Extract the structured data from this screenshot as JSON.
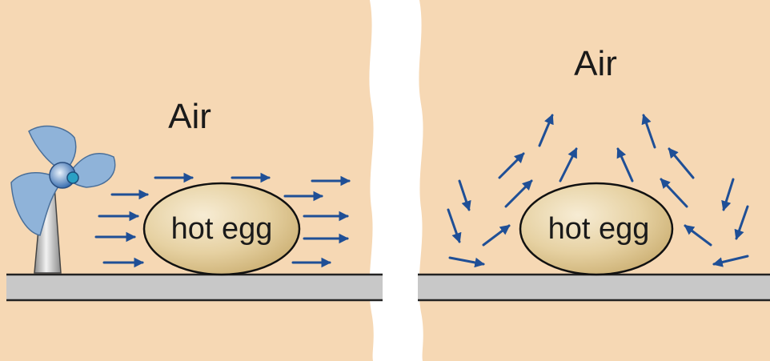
{
  "colors": {
    "background": "#f6d8b4",
    "shelf": "#c8c8c8",
    "arrow": "#1f4f96",
    "egg_light": "#f7ecd4",
    "egg_dark": "#c9ac6e",
    "fan_blade": "#8fb3d9",
    "fan_stand": "#a7a7a7"
  },
  "icons": [
    "fan-icon",
    "egg-icon",
    "arrow-icon"
  ],
  "panels": [
    {
      "id": "forced-convection",
      "air_label": "Air",
      "egg_label": "hot egg",
      "has_fan": true,
      "airflow": "horizontal, left to right past the egg"
    },
    {
      "id": "natural-convection",
      "air_label": "Air",
      "egg_label": "hot egg",
      "has_fan": false,
      "airflow": "rising above the egg, sinking at the sides and flowing inward near the shelf"
    }
  ]
}
